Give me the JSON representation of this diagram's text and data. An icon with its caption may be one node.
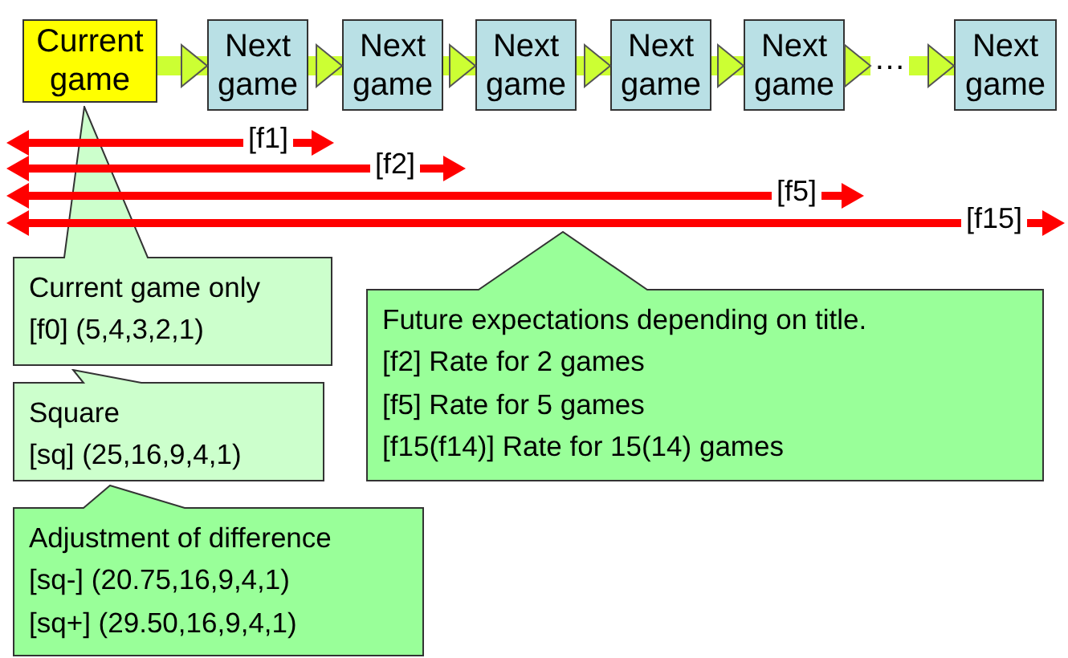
{
  "diagram": {
    "nodes": [
      {
        "text": [
          "Current game"
        ]
      },
      {
        "text": [
          "Next game"
        ]
      },
      {
        "text": [
          "Next game"
        ]
      },
      {
        "text": [
          "Next game"
        ]
      },
      {
        "text": [
          "Next game"
        ]
      },
      {
        "text": [
          "Next game"
        ]
      },
      {
        "text": [
          "…"
        ]
      },
      {
        "text": [
          "Next game"
        ]
      },
      {
        "text": [
          "Current game only",
          "[f0] (5,4,3,2,1)"
        ]
      },
      {
        "text": [
          "Square",
          "[sq] (25,16,9,4,1)"
        ]
      },
      {
        "text": [
          "Adjustment of difference",
          "[sq-]  (20.75,16,9,4,1)",
          "[sq+] (29.50,16,9,4,1)"
        ]
      },
      {
        "text": [
          "Future expectations depending on title.",
          "[f2] Rate for 2 games",
          "[f5] Rate for 5 games",
          "[f15(f14)] Rate for 15(14) games"
        ]
      }
    ],
    "edges": [
      {
        "from": 0,
        "to": 1,
        "arrow": "to"
      },
      {
        "from": 1,
        "to": 2,
        "arrow": "to"
      },
      {
        "from": 2,
        "to": 3,
        "arrow": "to"
      },
      {
        "from": 3,
        "to": 4,
        "arrow": "to"
      },
      {
        "from": 4,
        "to": 5,
        "arrow": "to"
      },
      {
        "from": 5,
        "to": 6,
        "arrow": "to"
      },
      {
        "from": 6,
        "to": 7,
        "arrow": "to"
      }
    ],
    "labels": [
      "[f1]",
      "[f2]",
      "[f5]",
      "[f15]"
    ]
  }
}
